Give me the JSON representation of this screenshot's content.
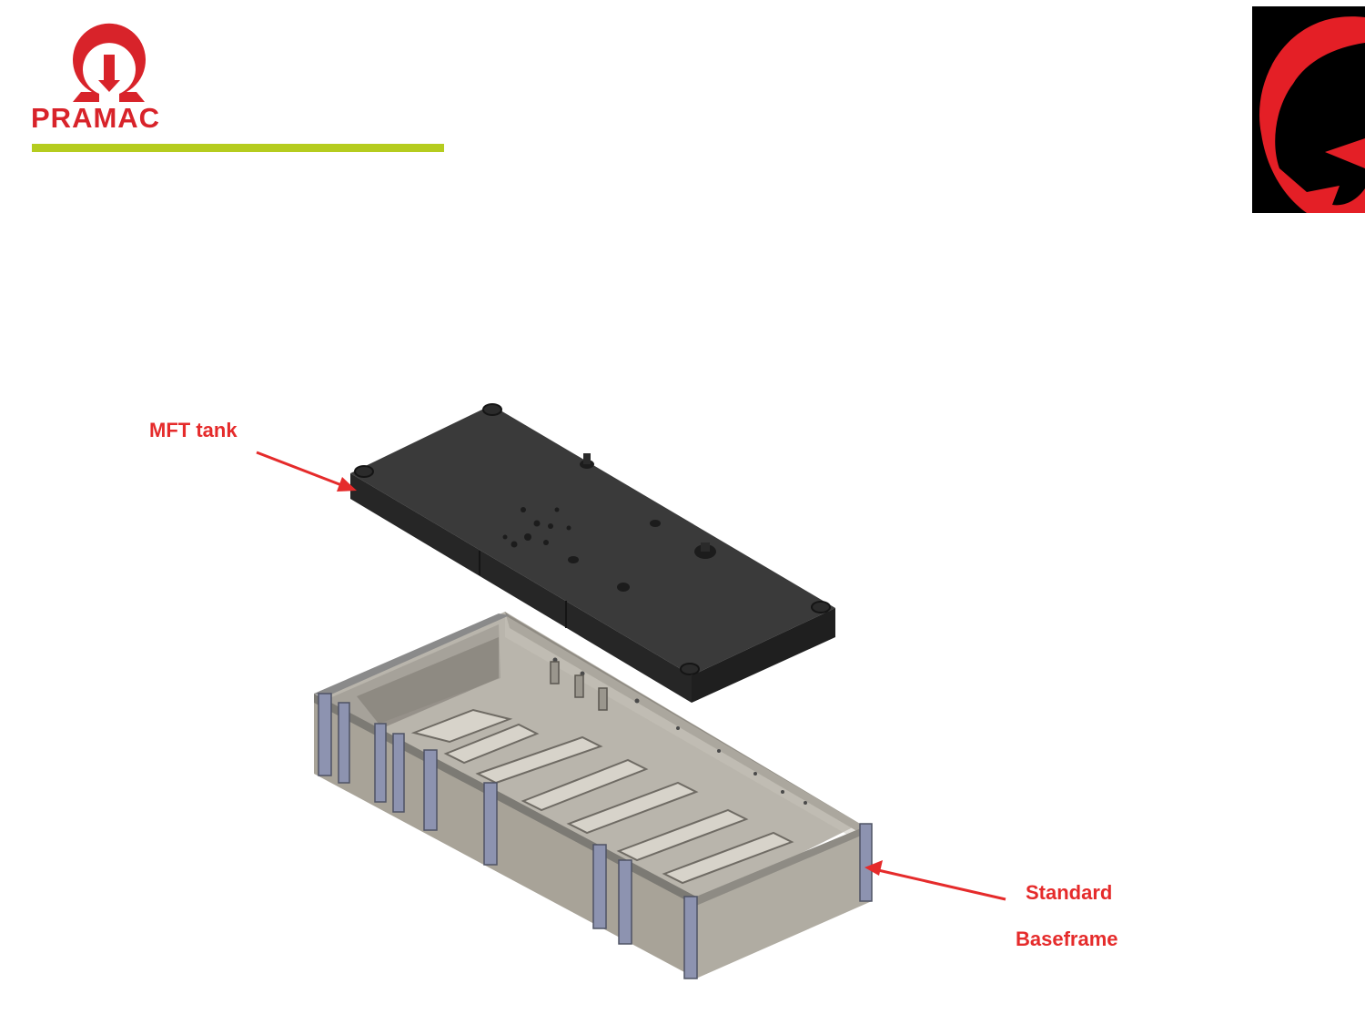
{
  "brand": {
    "name": "PRAMAC",
    "logo_icon": "pramac-omega-logo-icon",
    "corner_icon": "pramac-arrow-mark-icon"
  },
  "callouts": {
    "tank": "MFT tank",
    "baseframe_line1": "Standard",
    "baseframe_line2": "Baseframe"
  },
  "colors": {
    "brand_red": "#d8232a",
    "accent_green": "#b5cc1f",
    "tank_dark": "#303030",
    "frame_gray": "#a9a49b",
    "frame_post": "#8d93b0",
    "label_red": "#e52b2b"
  }
}
